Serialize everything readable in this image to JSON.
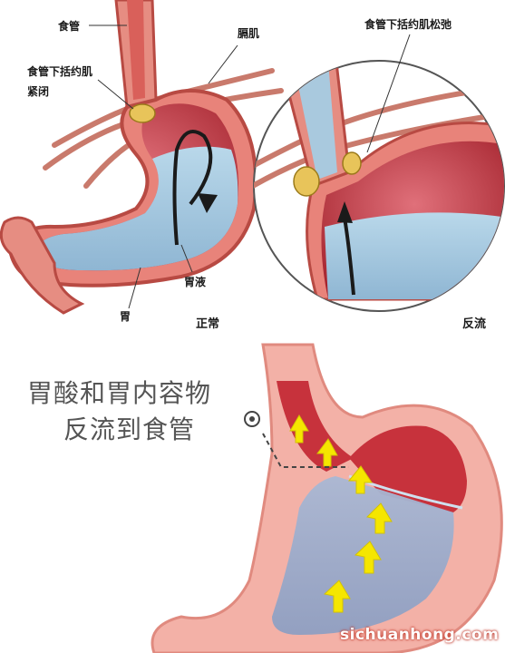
{
  "top_panel": {
    "labels": {
      "esophagus": "食管",
      "diaphragm": "膈肌",
      "les_closed_line1": "食管下括约肌",
      "les_closed_line2": "紧闭",
      "les_relaxed": "食管下括约肌松弛",
      "gastric_juice": "胃液",
      "stomach": "胃",
      "normal": "正常",
      "reflux": "反流"
    }
  },
  "bottom_panel": {
    "caption_line1": "胃酸和胃内容物",
    "caption_line2": "反流到食管"
  },
  "watermark": "sichuanhong.com",
  "colors": {
    "stomach_wall": "#d9534f",
    "stomach_outer": "#f2a9a0",
    "gastric_fluid": "#9ec6df",
    "stomach_cavity": "#b8323a",
    "arrow": "#f5e600",
    "diaphragm": "#c97a6c"
  }
}
